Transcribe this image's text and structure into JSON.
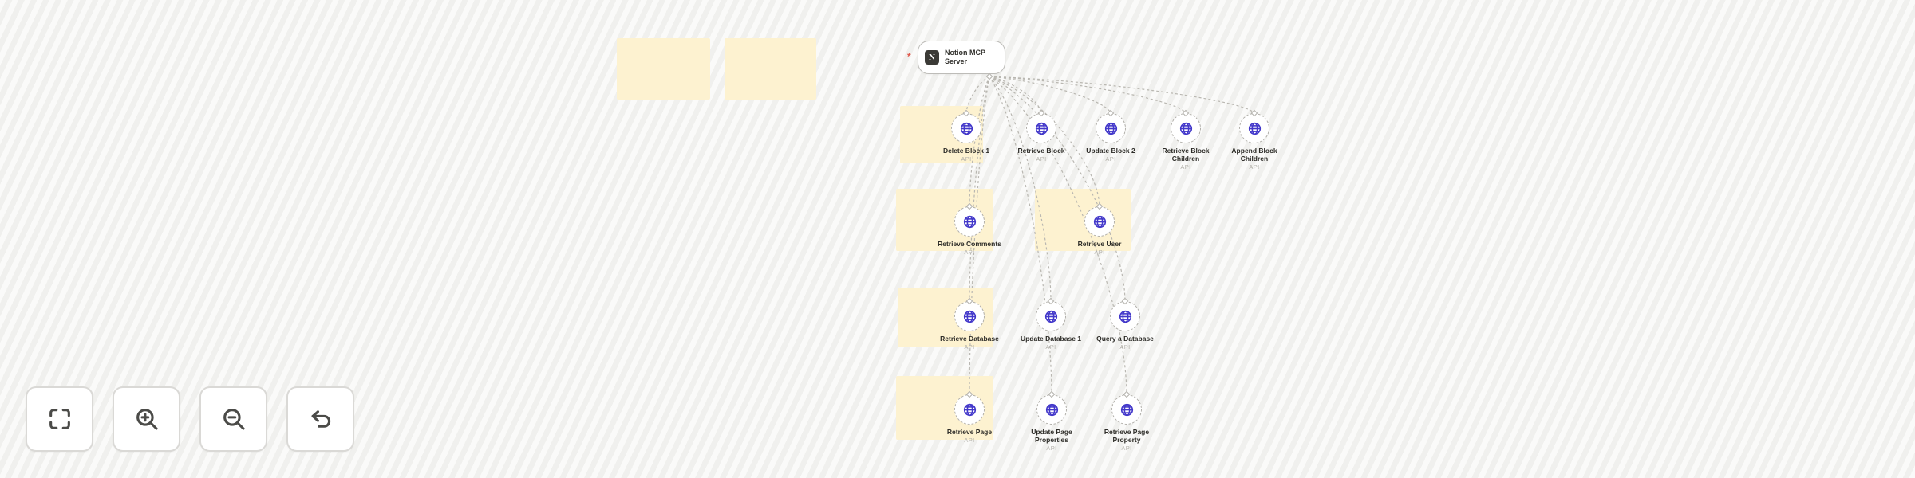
{
  "canvas": {
    "server_node": {
      "label": "Notion MCP Server",
      "required_marker": "*",
      "icon": "notion-logo-icon",
      "icon_letter": "N"
    },
    "api_label": "API",
    "node_icon": "globe-api-icon",
    "nodes": [
      {
        "label": "Delete Block 1"
      },
      {
        "label": "Retrieve Block"
      },
      {
        "label": "Update Block 2"
      },
      {
        "label": "Retrieve Block Children"
      },
      {
        "label": "Append Block Children"
      },
      {
        "label": "Retrieve Comments"
      },
      {
        "label": "Retrieve User"
      },
      {
        "label": "Retrieve Database"
      },
      {
        "label": "Update Database 1"
      },
      {
        "label": "Query a Database"
      },
      {
        "label": "Retrieve Page"
      },
      {
        "label": "Update Page Properties"
      },
      {
        "label": "Retrieve Page Property"
      }
    ],
    "sticky_notes": {
      "count": 7,
      "color": "#fdf2d0"
    }
  },
  "toolbar": {
    "buttons": [
      {
        "name": "fit-view",
        "icon": "fit-view-icon"
      },
      {
        "name": "zoom-in",
        "icon": "zoom-in-icon"
      },
      {
        "name": "zoom-out",
        "icon": "zoom-out-icon"
      },
      {
        "name": "undo",
        "icon": "undo-icon"
      }
    ]
  },
  "colors": {
    "canvas_bg": "#f4f4f2",
    "sticky": "#fdf2d0",
    "tool_icon_accent": "#4338ca",
    "edge": "#b9b7b1",
    "required_marker": "#e0564a"
  }
}
